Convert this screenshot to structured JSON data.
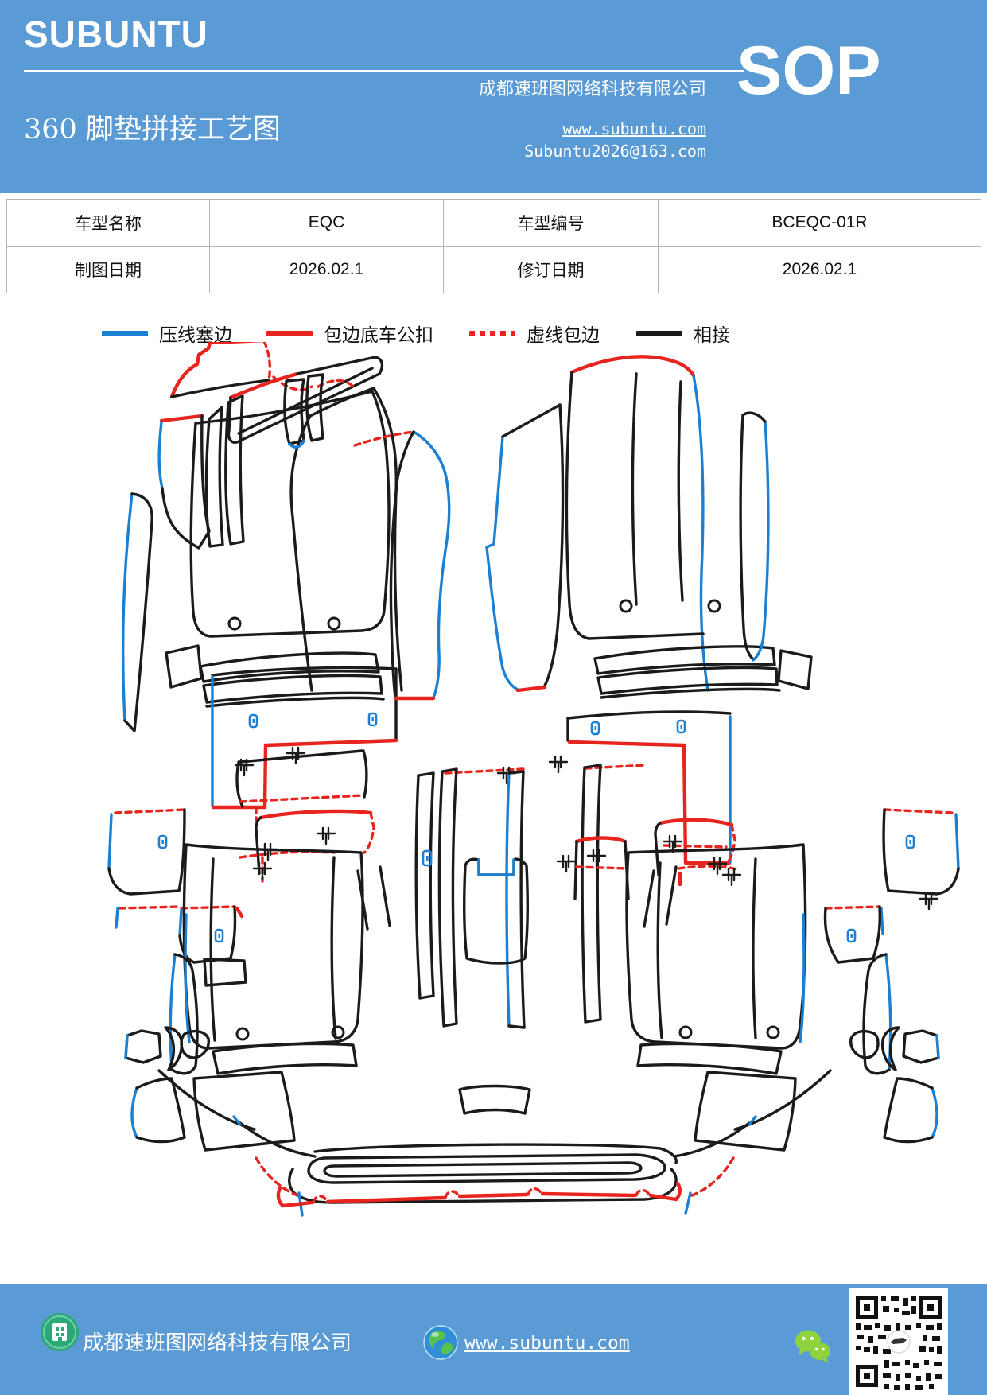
{
  "header": {
    "logo": "SUBUNTU",
    "title": "360 脚垫拼接工艺图",
    "company": "成都速班图网络科技有限公司",
    "website": "www.subuntu.com",
    "email": "Subuntu2026@163.com",
    "sop_label": "SOP"
  },
  "info_table": {
    "rows": [
      [
        "车型名称",
        "EQC",
        "车型编号",
        "BCEQC-01R"
      ],
      [
        "制图日期",
        "2026.02.1",
        "修订日期",
        "2026.02.1"
      ]
    ]
  },
  "legend": {
    "items": [
      {
        "label": "压线塞边",
        "color": "#1b7fd2",
        "style": "solid"
      },
      {
        "label": "包边底车公扣",
        "color": "#e8241e",
        "style": "solid"
      },
      {
        "label": "虚线包边",
        "color": "#e8241e",
        "style": "dashed"
      },
      {
        "label": "相接",
        "color": "#1b1b1b",
        "style": "solid"
      }
    ]
  },
  "diagram": {
    "description": "360 floor mat pattern pieces splicing diagram",
    "colors": {
      "press": "#1b7fd2",
      "bind": "#e8241e",
      "join": "#1b1b1b",
      "brand": "#5b9bd5"
    }
  },
  "footer": {
    "company": "成都速班图网络科技有限公司",
    "website": "www.subuntu.com"
  }
}
